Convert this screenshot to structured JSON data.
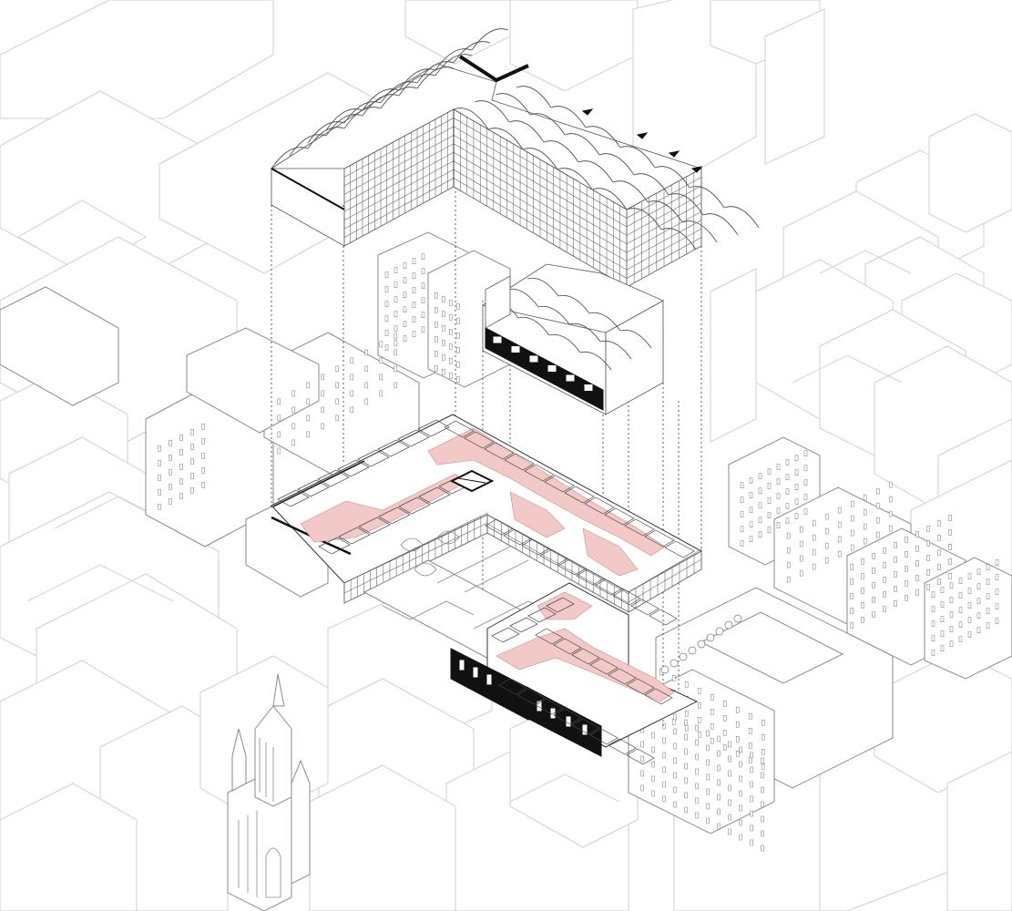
{
  "drawing": {
    "kind": "exploded-axonometric",
    "colors": {
      "background": "#ffffff",
      "context_line": "#cfcfcf",
      "building_line": "#555555",
      "solid": "#111111",
      "circulation_fill": "#f2c9c6"
    },
    "components": [
      "context-buildings",
      "vaulted-roof-upper",
      "vaulted-roof-lower",
      "typical-floor-plan",
      "ground-floor-plan",
      "projection-lines",
      "church"
    ]
  }
}
